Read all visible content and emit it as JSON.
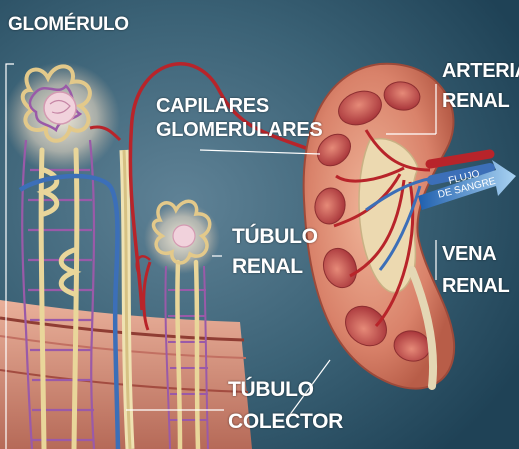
{
  "labels": {
    "glomerulo": "GLOMÉRULO",
    "capilares": {
      "line1": "CAPILARES",
      "line2": "GLOMERULARES"
    },
    "tubulo_renal": {
      "line1": "TÚBULO",
      "line2": "RENAL"
    },
    "tubulo_colector": {
      "line1": "TÚBULO",
      "line2": "COLECTOR"
    },
    "arteria_renal": {
      "line1": "ARTERIA",
      "line2": "RENAL"
    },
    "vena_renal": {
      "line1": "VENA",
      "line2": "RENAL"
    },
    "flujo": {
      "line1": "FLUJO",
      "line2": "DE SANGRE"
    }
  },
  "colors": {
    "background": "#2c5268",
    "artery": "#b8242a",
    "vein": "#3c6fb8",
    "tubule": "#e9d69a",
    "capillary": "#9a5aa8",
    "kidney_cortex": "#d9826a",
    "label_text": "#ffffff"
  }
}
